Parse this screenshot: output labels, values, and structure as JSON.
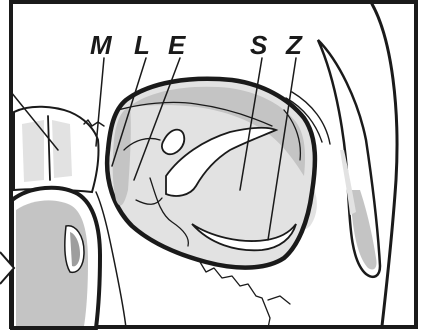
{
  "diagram": {
    "labels": {
      "M": "M",
      "L": "L",
      "E": "E",
      "S": "S",
      "Z": "Z"
    },
    "colors": {
      "ink": "#1a1a1a",
      "light_gray": "#e2e2e2",
      "mid_gray": "#c4c4c4",
      "dark_gray": "#9e9e9e",
      "background": "#ffffff"
    }
  }
}
